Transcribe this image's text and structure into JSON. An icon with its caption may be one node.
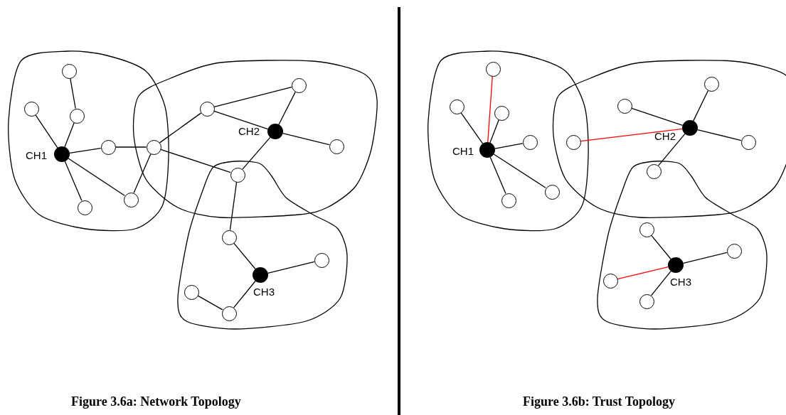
{
  "diagram": {
    "nodes": [
      {
        "text": [],
        "shape": "circle"
      },
      {
        "text": [],
        "shape": "circle"
      },
      {
        "text": [],
        "shape": "circle"
      },
      {
        "text": [],
        "shape": "dot",
        "beside": [
          "CH1"
        ]
      },
      {
        "text": [],
        "shape": "circle"
      },
      {
        "text": [],
        "shape": "circle"
      },
      {
        "text": [],
        "shape": "circle"
      },
      {
        "text": [],
        "shape": "circle"
      },
      {
        "text": [],
        "shape": "circle"
      },
      {
        "text": [],
        "shape": "circle"
      },
      {
        "text": [],
        "shape": "dot",
        "beside": [
          "CH2"
        ]
      },
      {
        "text": [],
        "shape": "circle"
      },
      {
        "text": [],
        "shape": "circle"
      },
      {
        "text": [],
        "shape": "circle"
      },
      {
        "text": [],
        "shape": "dot",
        "beside": [
          "CH3"
        ]
      },
      {
        "text": [],
        "shape": "circle"
      },
      {
        "text": [],
        "shape": "circle"
      },
      {
        "text": [],
        "shape": "circle"
      },
      {
        "text": [],
        "shape": "circle"
      },
      {
        "text": [],
        "shape": "circle"
      },
      {
        "text": [],
        "shape": "circle"
      },
      {
        "text": [],
        "shape": "dot",
        "beside": [
          "CH1"
        ]
      },
      {
        "text": [],
        "shape": "circle"
      },
      {
        "text": [],
        "shape": "circle"
      },
      {
        "text": [],
        "shape": "circle"
      },
      {
        "text": [],
        "shape": "circle"
      },
      {
        "text": [],
        "shape": "circle"
      },
      {
        "text": [],
        "shape": "circle"
      },
      {
        "text": [],
        "shape": "dot",
        "beside": [
          "CH2"
        ]
      },
      {
        "text": [],
        "shape": "circle"
      },
      {
        "text": [],
        "shape": "circle"
      },
      {
        "text": [],
        "shape": "circle"
      },
      {
        "text": [],
        "shape": "dot",
        "beside": [
          "CH3"
        ]
      },
      {
        "text": [],
        "shape": "circle"
      },
      {
        "text": [],
        "shape": "circle"
      },
      {
        "text": [],
        "shape": "circle"
      }
    ],
    "edges": [
      {
        "from": 0,
        "to": 2,
        "arrow": "none"
      },
      {
        "from": 1,
        "to": 3,
        "arrow": "none"
      },
      {
        "from": 2,
        "to": 3,
        "arrow": "none"
      },
      {
        "from": 3,
        "to": 4,
        "arrow": "none"
      },
      {
        "from": 4,
        "to": 5,
        "arrow": "none"
      },
      {
        "from": 3,
        "to": 7,
        "arrow": "none"
      },
      {
        "from": 3,
        "to": 6,
        "arrow": "none"
      },
      {
        "from": 5,
        "to": 7,
        "arrow": "none"
      },
      {
        "from": 5,
        "to": 8,
        "arrow": "none"
      },
      {
        "from": 5,
        "to": 12,
        "arrow": "none"
      },
      {
        "from": 8,
        "to": 9,
        "arrow": "none"
      },
      {
        "from": 8,
        "to": 10,
        "arrow": "none"
      },
      {
        "from": 9,
        "to": 10,
        "arrow": "none"
      },
      {
        "from": 10,
        "to": 11,
        "arrow": "none"
      },
      {
        "from": 10,
        "to": 12,
        "arrow": "none"
      },
      {
        "from": 12,
        "to": 13,
        "arrow": "none"
      },
      {
        "from": 13,
        "to": 14,
        "arrow": "none"
      },
      {
        "from": 14,
        "to": 15,
        "arrow": "none"
      },
      {
        "from": 14,
        "to": 17,
        "arrow": "none"
      },
      {
        "from": 16,
        "to": 17,
        "arrow": "none"
      },
      {
        "from": 18,
        "to": 21,
        "arrow": "none",
        "color": "#ff0000"
      },
      {
        "from": 19,
        "to": 21,
        "arrow": "none"
      },
      {
        "from": 20,
        "to": 21,
        "arrow": "none"
      },
      {
        "from": 21,
        "to": 22,
        "arrow": "none"
      },
      {
        "from": 21,
        "to": 24,
        "arrow": "none"
      },
      {
        "from": 21,
        "to": 23,
        "arrow": "none"
      },
      {
        "from": 25,
        "to": 28,
        "arrow": "none",
        "color": "#ff0000"
      },
      {
        "from": 26,
        "to": 28,
        "arrow": "none"
      },
      {
        "from": 27,
        "to": 28,
        "arrow": "none"
      },
      {
        "from": 28,
        "to": 29,
        "arrow": "none"
      },
      {
        "from": 28,
        "to": 30,
        "arrow": "none"
      },
      {
        "from": 31,
        "to": 32,
        "arrow": "none"
      },
      {
        "from": 32,
        "to": 33,
        "arrow": "none"
      },
      {
        "from": 34,
        "to": 32,
        "arrow": "none",
        "color": "#ff0000"
      },
      {
        "from": 32,
        "to": 35,
        "arrow": "none"
      }
    ],
    "labels": [
      "Figure 3.6a: Network Topology",
      "Figure 3.6b: Trust Topology"
    ]
  }
}
